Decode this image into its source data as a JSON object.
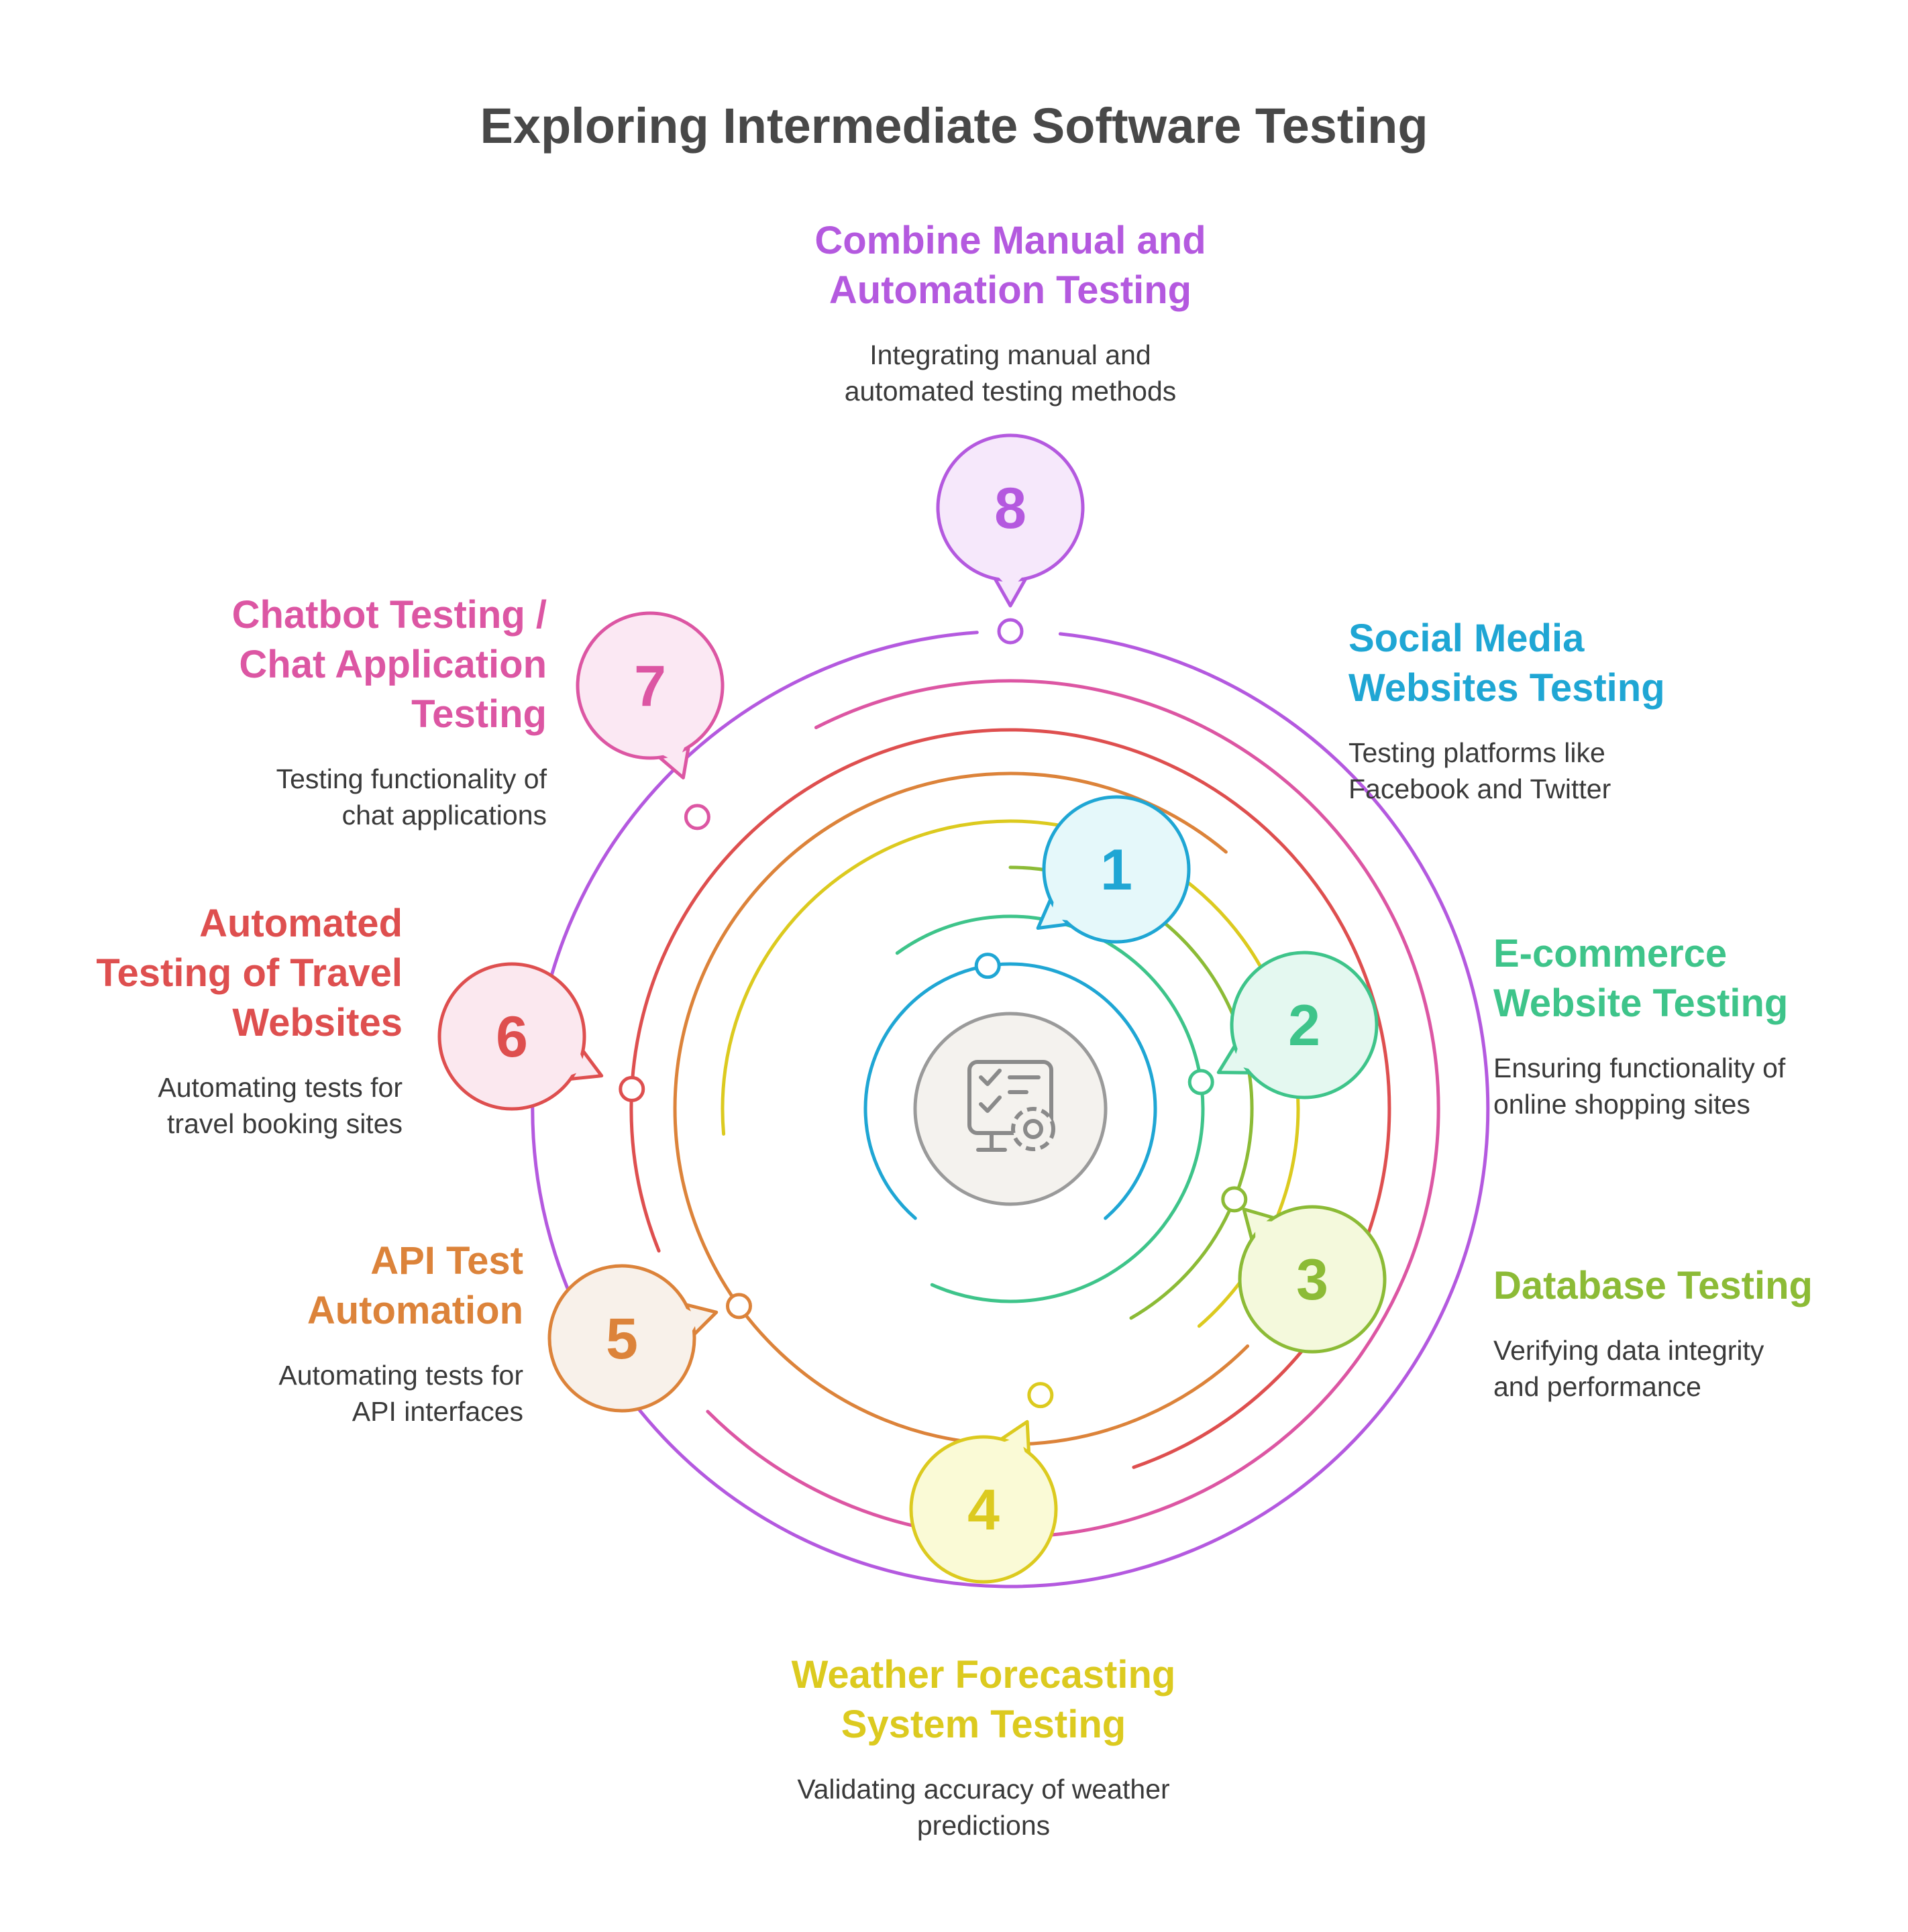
{
  "title": "Exploring Intermediate Software Testing",
  "center_icon": "checklist-monitor-gear-icon",
  "steps": [
    {
      "number": "1",
      "title": "Social Media\nWebsites Testing",
      "description": "Testing platforms like\nFacebook and Twitter",
      "color": "#1fa6d4",
      "fill": "#e5f8fa"
    },
    {
      "number": "2",
      "title": "E-commerce\nWebsite Testing",
      "description": "Ensuring functionality of\nonline shopping sites",
      "color": "#3ec48a",
      "fill": "#e4f8f0"
    },
    {
      "number": "3",
      "title": "Database Testing",
      "description": "Verifying data integrity\nand performance",
      "color": "#8cbb36",
      "fill": "#f4f9dc"
    },
    {
      "number": "4",
      "title": "Weather Forecasting\nSystem Testing",
      "description": "Validating accuracy of weather\npredictions",
      "color": "#dcca1f",
      "fill": "#fafad6"
    },
    {
      "number": "5",
      "title": "API Test\nAutomation",
      "description": "Automating tests for\nAPI interfaces",
      "color": "#dc833a",
      "fill": "#f8f1ea"
    },
    {
      "number": "6",
      "title": "Automated\nTesting of Travel\nWebsites",
      "description": "Automating tests for\ntravel booking sites",
      "color": "#de4f4f",
      "fill": "#fbe8ef"
    },
    {
      "number": "7",
      "title": "Chatbot Testing /\nChat Application\nTesting",
      "description": "Testing functionality of\nchat applications",
      "color": "#dc56a3",
      "fill": "#fbe8f3"
    },
    {
      "number": "8",
      "title": "Combine Manual and\nAutomation Testing",
      "description": "Integrating manual and\nautomated testing methods",
      "color": "#b459df",
      "fill": "#f6e8fb"
    }
  ]
}
